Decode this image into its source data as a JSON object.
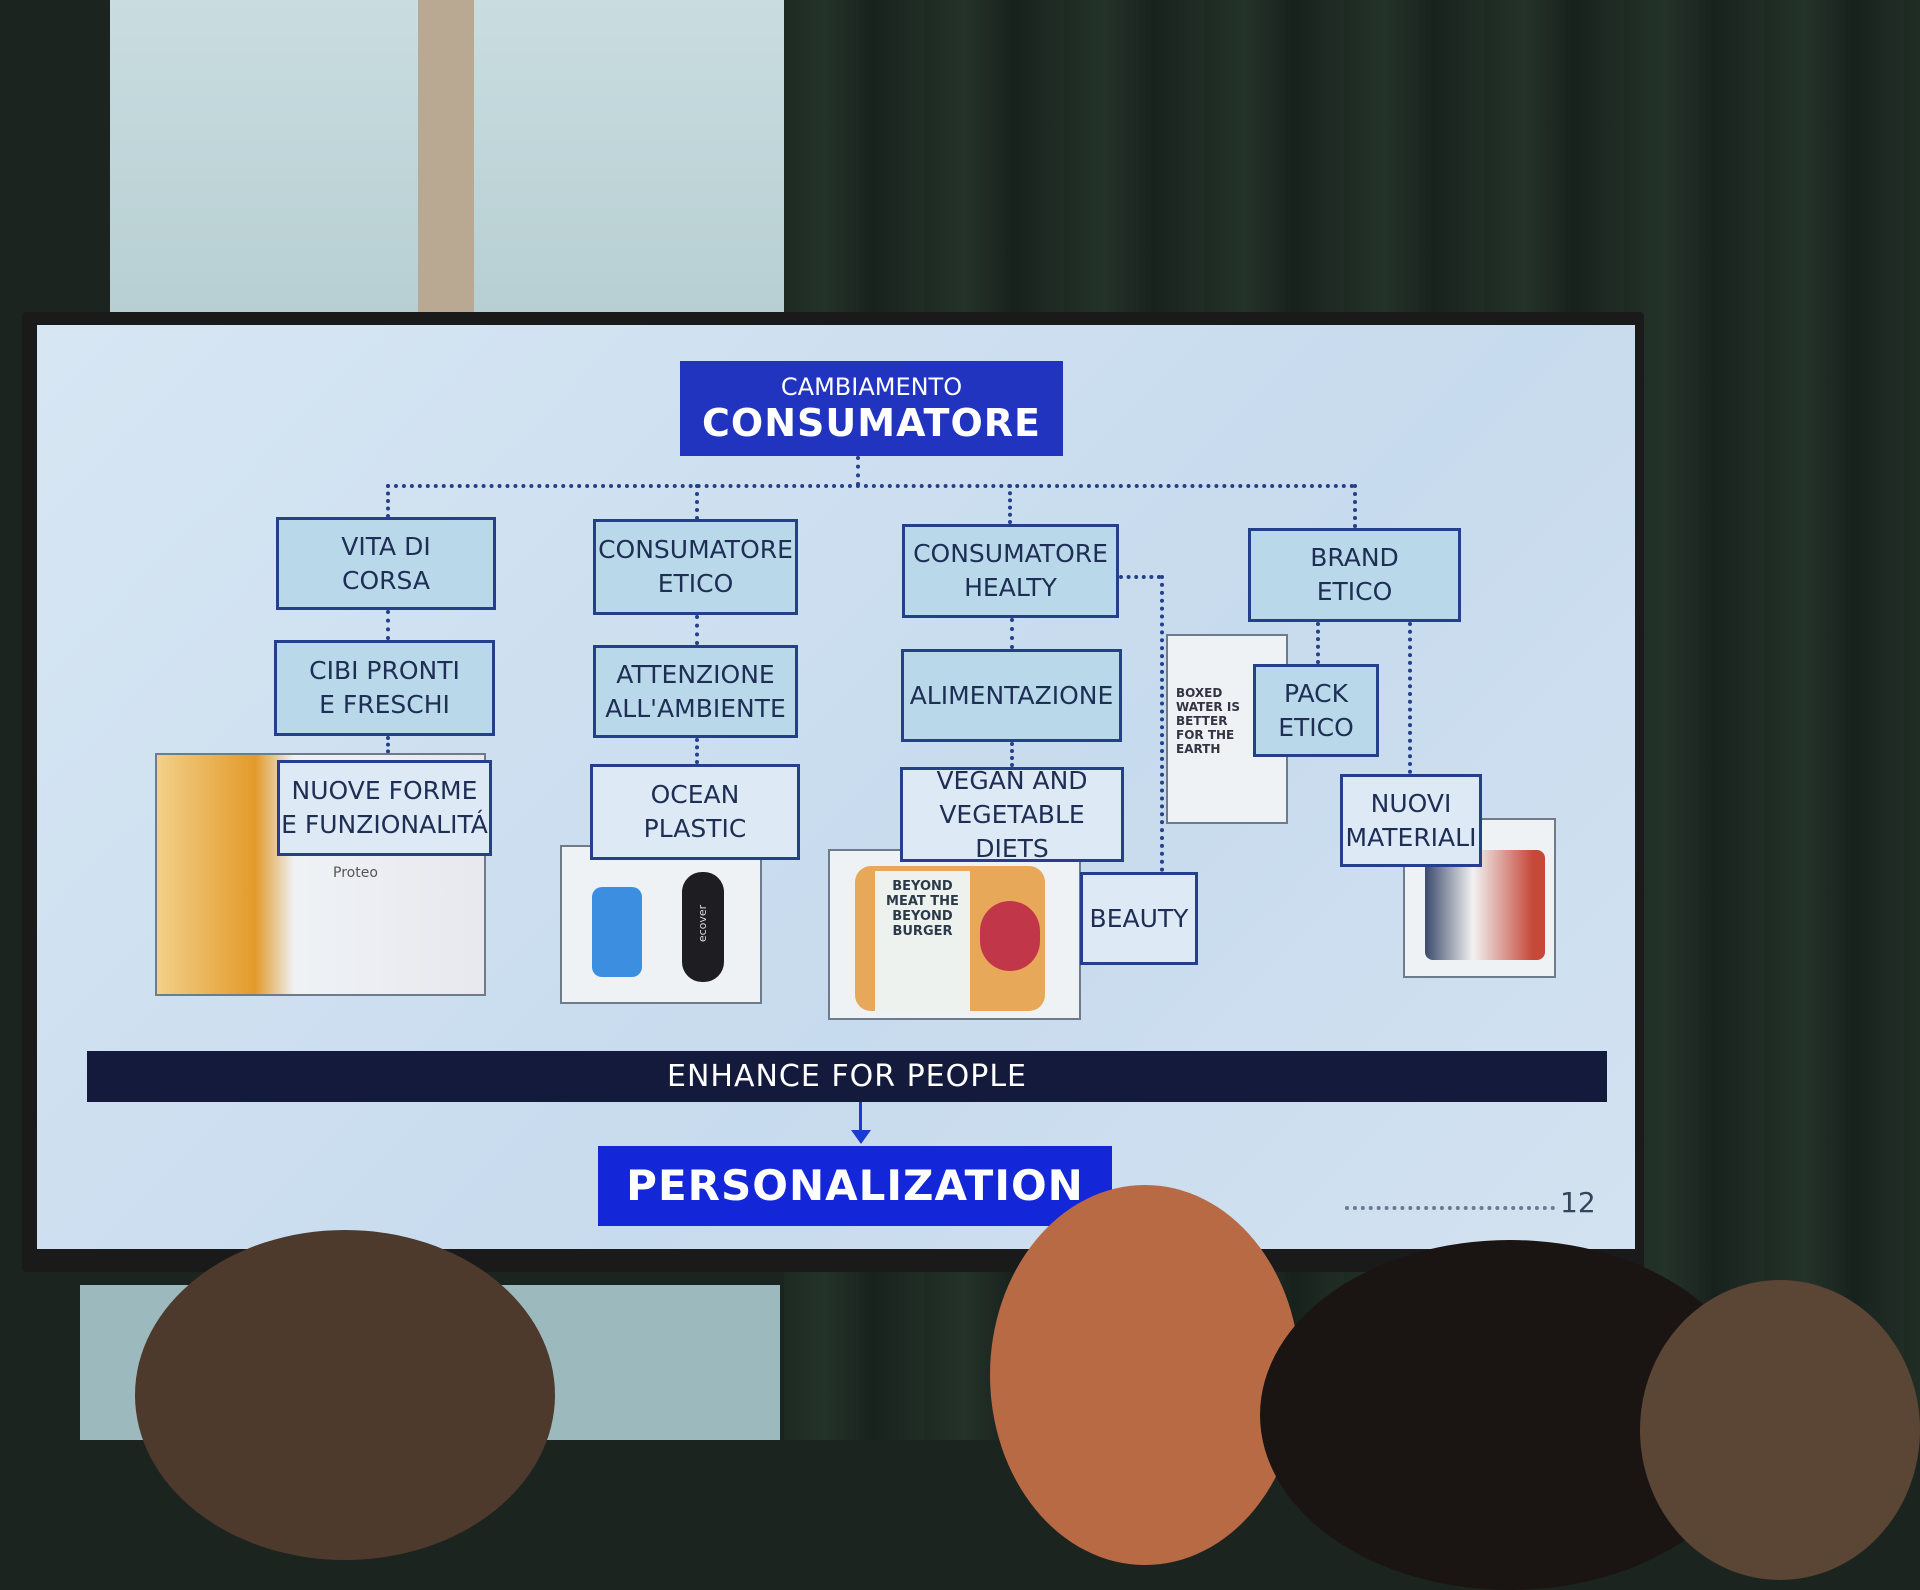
{
  "slide": {
    "title_small": "CAMBIAMENTO",
    "title_big": "CONSUMATORE",
    "columns": [
      {
        "top": "VITA DI\nCORSA",
        "mid": "CIBI PRONTI\nE FRESCHI",
        "bottom": "NUOVE FORME\nE FUNZIONALITÁ",
        "image_label": "Proteo"
      },
      {
        "top": "CONSUMATORE\nETICO",
        "mid": "ATTENZIONE\nALL'AMBIENTE",
        "bottom": "OCEAN\nPLASTIC",
        "image_label": "ecover"
      },
      {
        "top": "CONSUMATORE\nHEALTY",
        "mid": "ALIMENTAZIONE",
        "bottom": "VEGAN AND\nVEGETABLE DIETS",
        "extra": "BEAUTY",
        "image_label": "BEYOND MEAT THE BEYOND BURGER"
      },
      {
        "top": "BRAND\nETICO",
        "mid": "PACK\nETICO",
        "bottom": "NUOVI\nMATERIALI",
        "image_label": "BOXED WATER IS BETTER FOR THE EARTH"
      }
    ],
    "enhance": "ENHANCE FOR PEOPLE",
    "personalization": "PERSONALIZATION",
    "page_number": "12"
  },
  "colors": {
    "navy": "#24408a",
    "title_bg": "#2134c0",
    "pers_bg": "#1427d8",
    "bar": "#141a3c"
  }
}
